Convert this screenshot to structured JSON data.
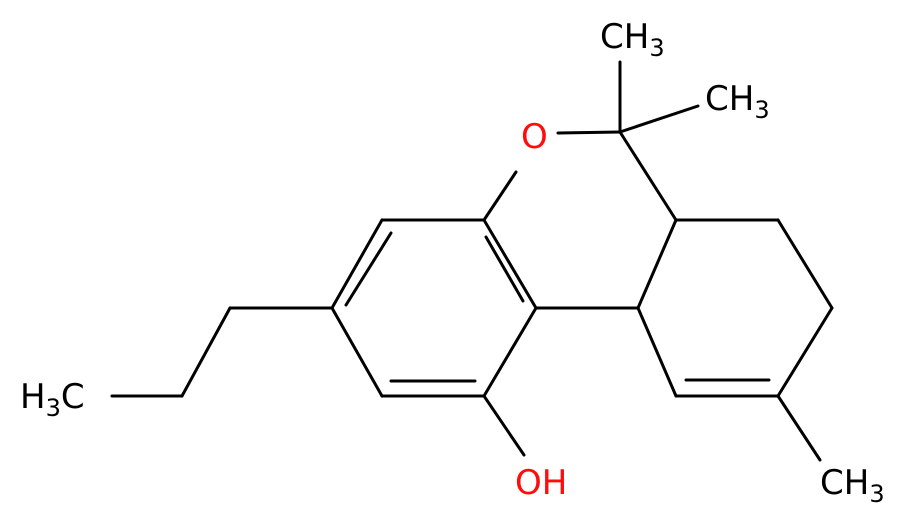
{
  "molecule": {
    "labels": {
      "oxygen_ring": "O",
      "hydroxyl_o": "O",
      "hydroxyl_h": "H",
      "methyl_top_1": {
        "main": "CH",
        "sub": "3"
      },
      "methyl_top_2": {
        "main": "CH",
        "sub": "3"
      },
      "methyl_bottom_right": {
        "main": "CH",
        "sub": "3"
      },
      "propyl_terminal": {
        "pre": "H",
        "sub": "3",
        "post": "C"
      }
    },
    "colors": {
      "bond": "#000000",
      "carbon_hydrogen": "#000000",
      "oxygen": "#ff0d0d"
    }
  }
}
